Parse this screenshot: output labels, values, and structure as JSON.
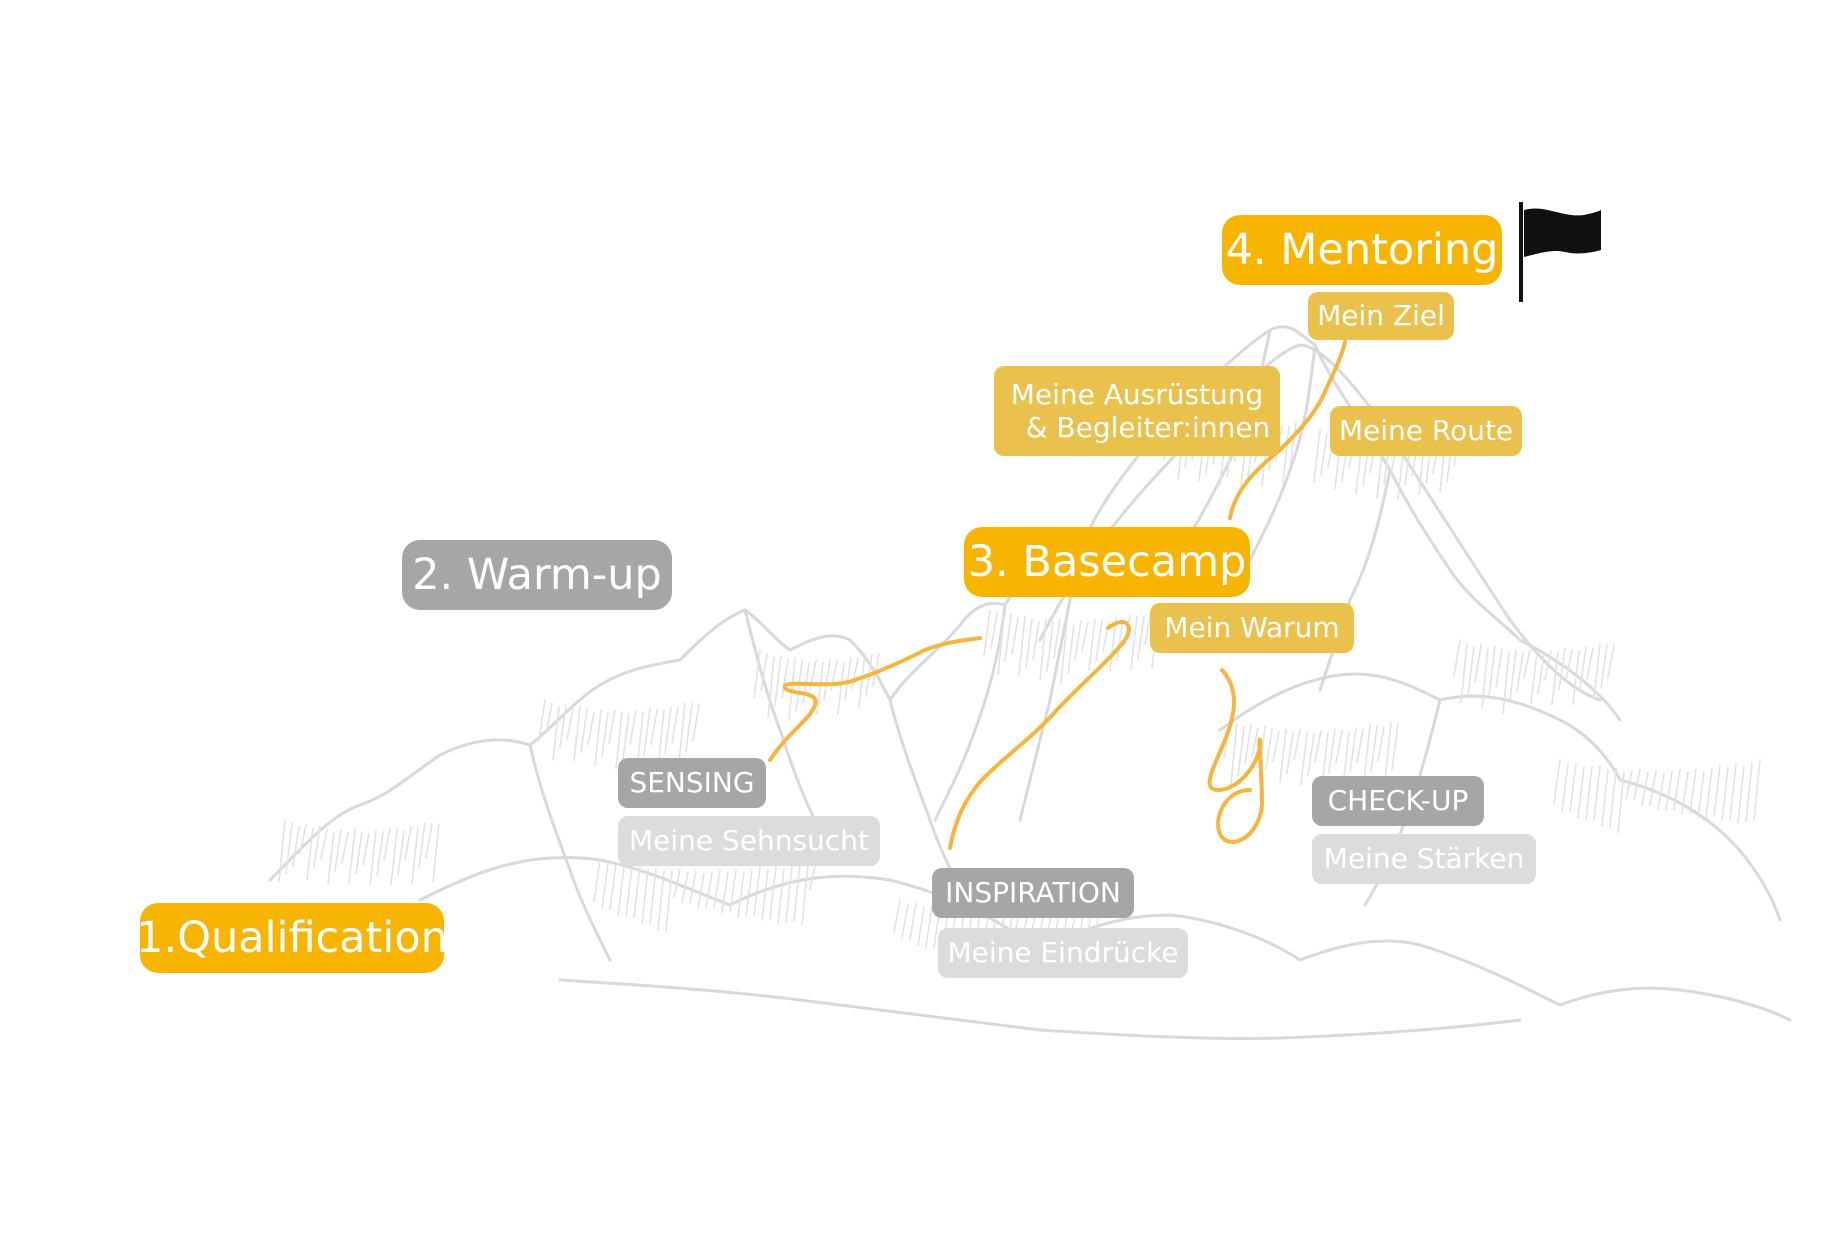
{
  "colors": {
    "primary": "#f7b400",
    "secondary": "#e9c14c",
    "neutral": "#a6a6a6",
    "faded": "#dcdcdc",
    "path": "#f5b53f",
    "mountain": "#d9d9d9",
    "flag": "#111111"
  },
  "icons": [
    "mountain-range-illustration",
    "flag-icon"
  ],
  "steps": [
    {
      "id": "qualification",
      "label": "1.Qualification",
      "color": "primary"
    },
    {
      "id": "warm-up",
      "label": "2. Warm-up",
      "color": "neutral"
    },
    {
      "id": "basecamp",
      "label": "3. Basecamp",
      "color": "primary"
    },
    {
      "id": "mentoring",
      "label": "4. Mentoring",
      "color": "primary"
    }
  ],
  "sublabels": [
    {
      "id": "sensing",
      "label": "SENSING",
      "color": "neutral"
    },
    {
      "id": "meine-sehnsucht",
      "label": "Meine Sehnsucht",
      "color": "faded"
    },
    {
      "id": "inspiration",
      "label": "INSPIRATION",
      "color": "neutral"
    },
    {
      "id": "meine-eindruecke",
      "label": "Meine Eindrücke",
      "color": "faded"
    },
    {
      "id": "check-up",
      "label": "CHECK-UP",
      "color": "neutral"
    },
    {
      "id": "meine-staerken",
      "label": "Meine Stärken",
      "color": "faded"
    },
    {
      "id": "mein-warum",
      "label": "Mein Warum",
      "color": "secondary"
    },
    {
      "id": "meine-ausruestung",
      "lines": [
        "Meine Ausrüstung",
        "& Begleiter:innen"
      ],
      "color": "secondary"
    },
    {
      "id": "meine-route",
      "label": "Meine Route",
      "color": "secondary"
    },
    {
      "id": "mein-ziel",
      "label": "Mein Ziel",
      "color": "secondary"
    }
  ]
}
